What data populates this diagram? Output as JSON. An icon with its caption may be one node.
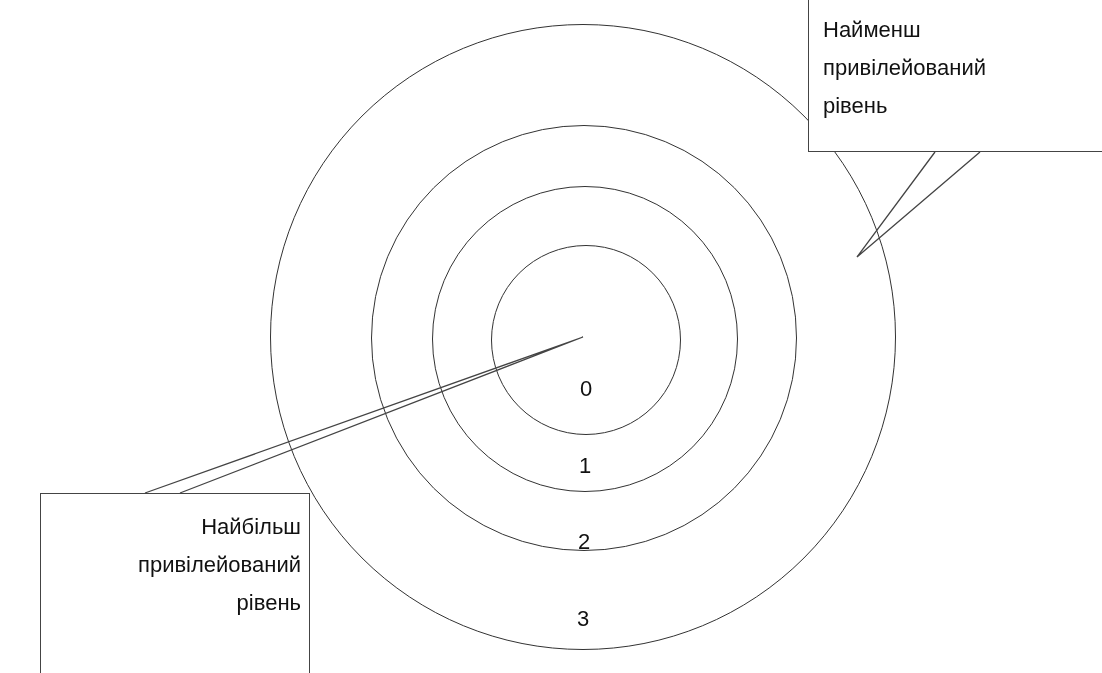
{
  "diagram": {
    "nodes": [
      {
        "text": [
          "Найменш привілейований рівень"
        ]
      },
      {
        "text": [
          "3"
        ]
      },
      {
        "text": [
          "2"
        ],
        "in": 1
      },
      {
        "text": [
          "1"
        ],
        "in": 2
      },
      {
        "text": [
          "0"
        ],
        "in": 3
      },
      {
        "text": [
          "Найбільш привілейований рівень"
        ]
      }
    ],
    "edges": [
      {
        "from": 0,
        "to": null,
        "arrow": "none"
      },
      {
        "from": 5,
        "to": null,
        "arrow": "none"
      }
    ]
  }
}
